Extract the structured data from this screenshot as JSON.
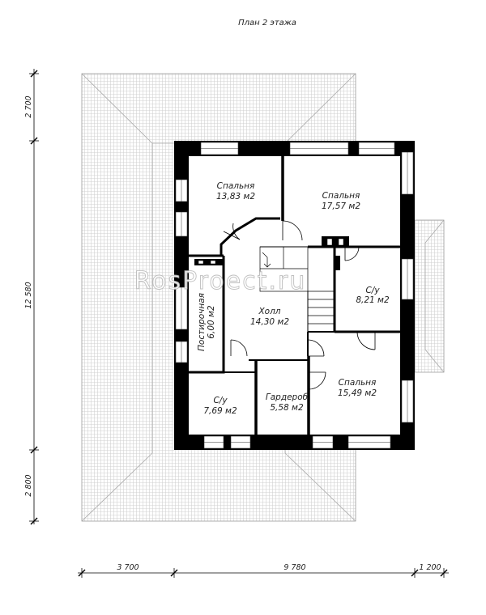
{
  "title": "План 2 этажа",
  "watermark": "RosProect.ru",
  "rooms": [
    {
      "name": "Спальня",
      "area": "13,83 м2"
    },
    {
      "name": "Спальня",
      "area": "17,57 м2"
    },
    {
      "name": "Холл",
      "area": "14,30 м2"
    },
    {
      "name": "С/у",
      "area": "8,21 м2"
    },
    {
      "name": "Постирочная",
      "area": "6,00 м2"
    },
    {
      "name": "С/у",
      "area": "7,69 м2"
    },
    {
      "name": "Гардероб",
      "area": "5,58 м2"
    },
    {
      "name": "Спальня",
      "area": "15,49 м2"
    }
  ],
  "dimensions": {
    "left": [
      "2 700",
      "12 580",
      "2 800"
    ],
    "bottom": [
      "3 700",
      "9 780",
      "1 200"
    ]
  },
  "colors": {
    "wall": "#000000",
    "roof_lines": "#c8c8c8",
    "text": "#222222"
  }
}
